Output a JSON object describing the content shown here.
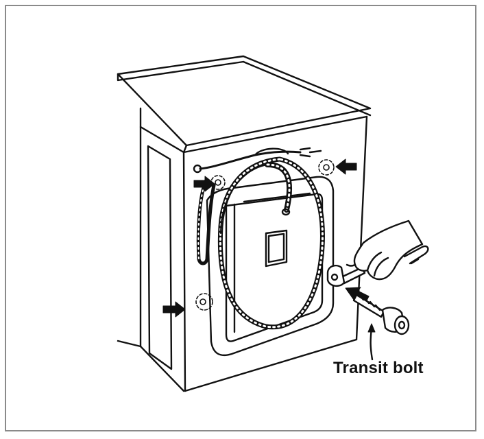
{
  "figure": {
    "callout_label": "Transit bolt",
    "colors": {
      "line": "#111111",
      "frame": "#8a8a8a",
      "background": "#ffffff"
    },
    "bolt_markers": [
      "top-right-bolt",
      "top-left-bolt",
      "bottom-left-bolt",
      "bottom-right-bolt"
    ]
  }
}
